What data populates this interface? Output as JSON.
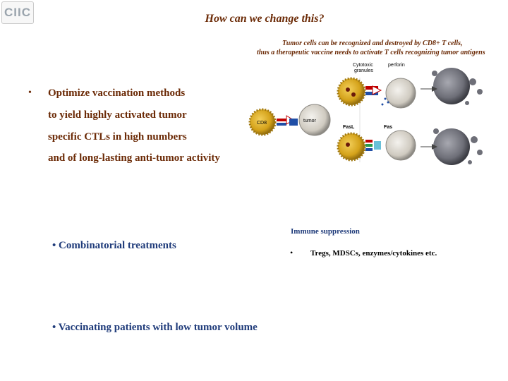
{
  "logo": {
    "text": "CIIC"
  },
  "slide": {
    "title": "How can we change this?",
    "bullet_marker": "•",
    "main_bullet_lines": [
      "Optimize vaccination methods",
      "to yield highly activated tumor",
      "specific CTLs in high numbers",
      "and of long-lasting anti-tumor activity"
    ],
    "sub_bullets": [
      "• Combinatorial treatments",
      "• Vaccinating patients with low tumor volume"
    ]
  },
  "figure": {
    "caption_line1": "Tumor cells can be recognized and destroyed by CD8+ T cells,",
    "caption_line2": "thus a therapeutic vaccine needs to activate T cells recognizing tumor antigens",
    "labels": {
      "cytotoxic": "Cytotoxic",
      "granules": "granules",
      "perforin": "perforin",
      "cd8": "CD8",
      "tumor": "tumor",
      "fasl": "FasL",
      "fas": "Fas"
    },
    "colors": {
      "tcell": "#d4a21a",
      "tumor_cell": "#d8d4cc",
      "dying_cell": "#6e6f78",
      "red_arrow": "#c00000",
      "blue_arrow": "#1f4ea6"
    }
  },
  "immune": {
    "heading": "Immune suppression",
    "marker": "•",
    "item": "Tregs, MDSCs, enzymes/cytokines etc."
  }
}
